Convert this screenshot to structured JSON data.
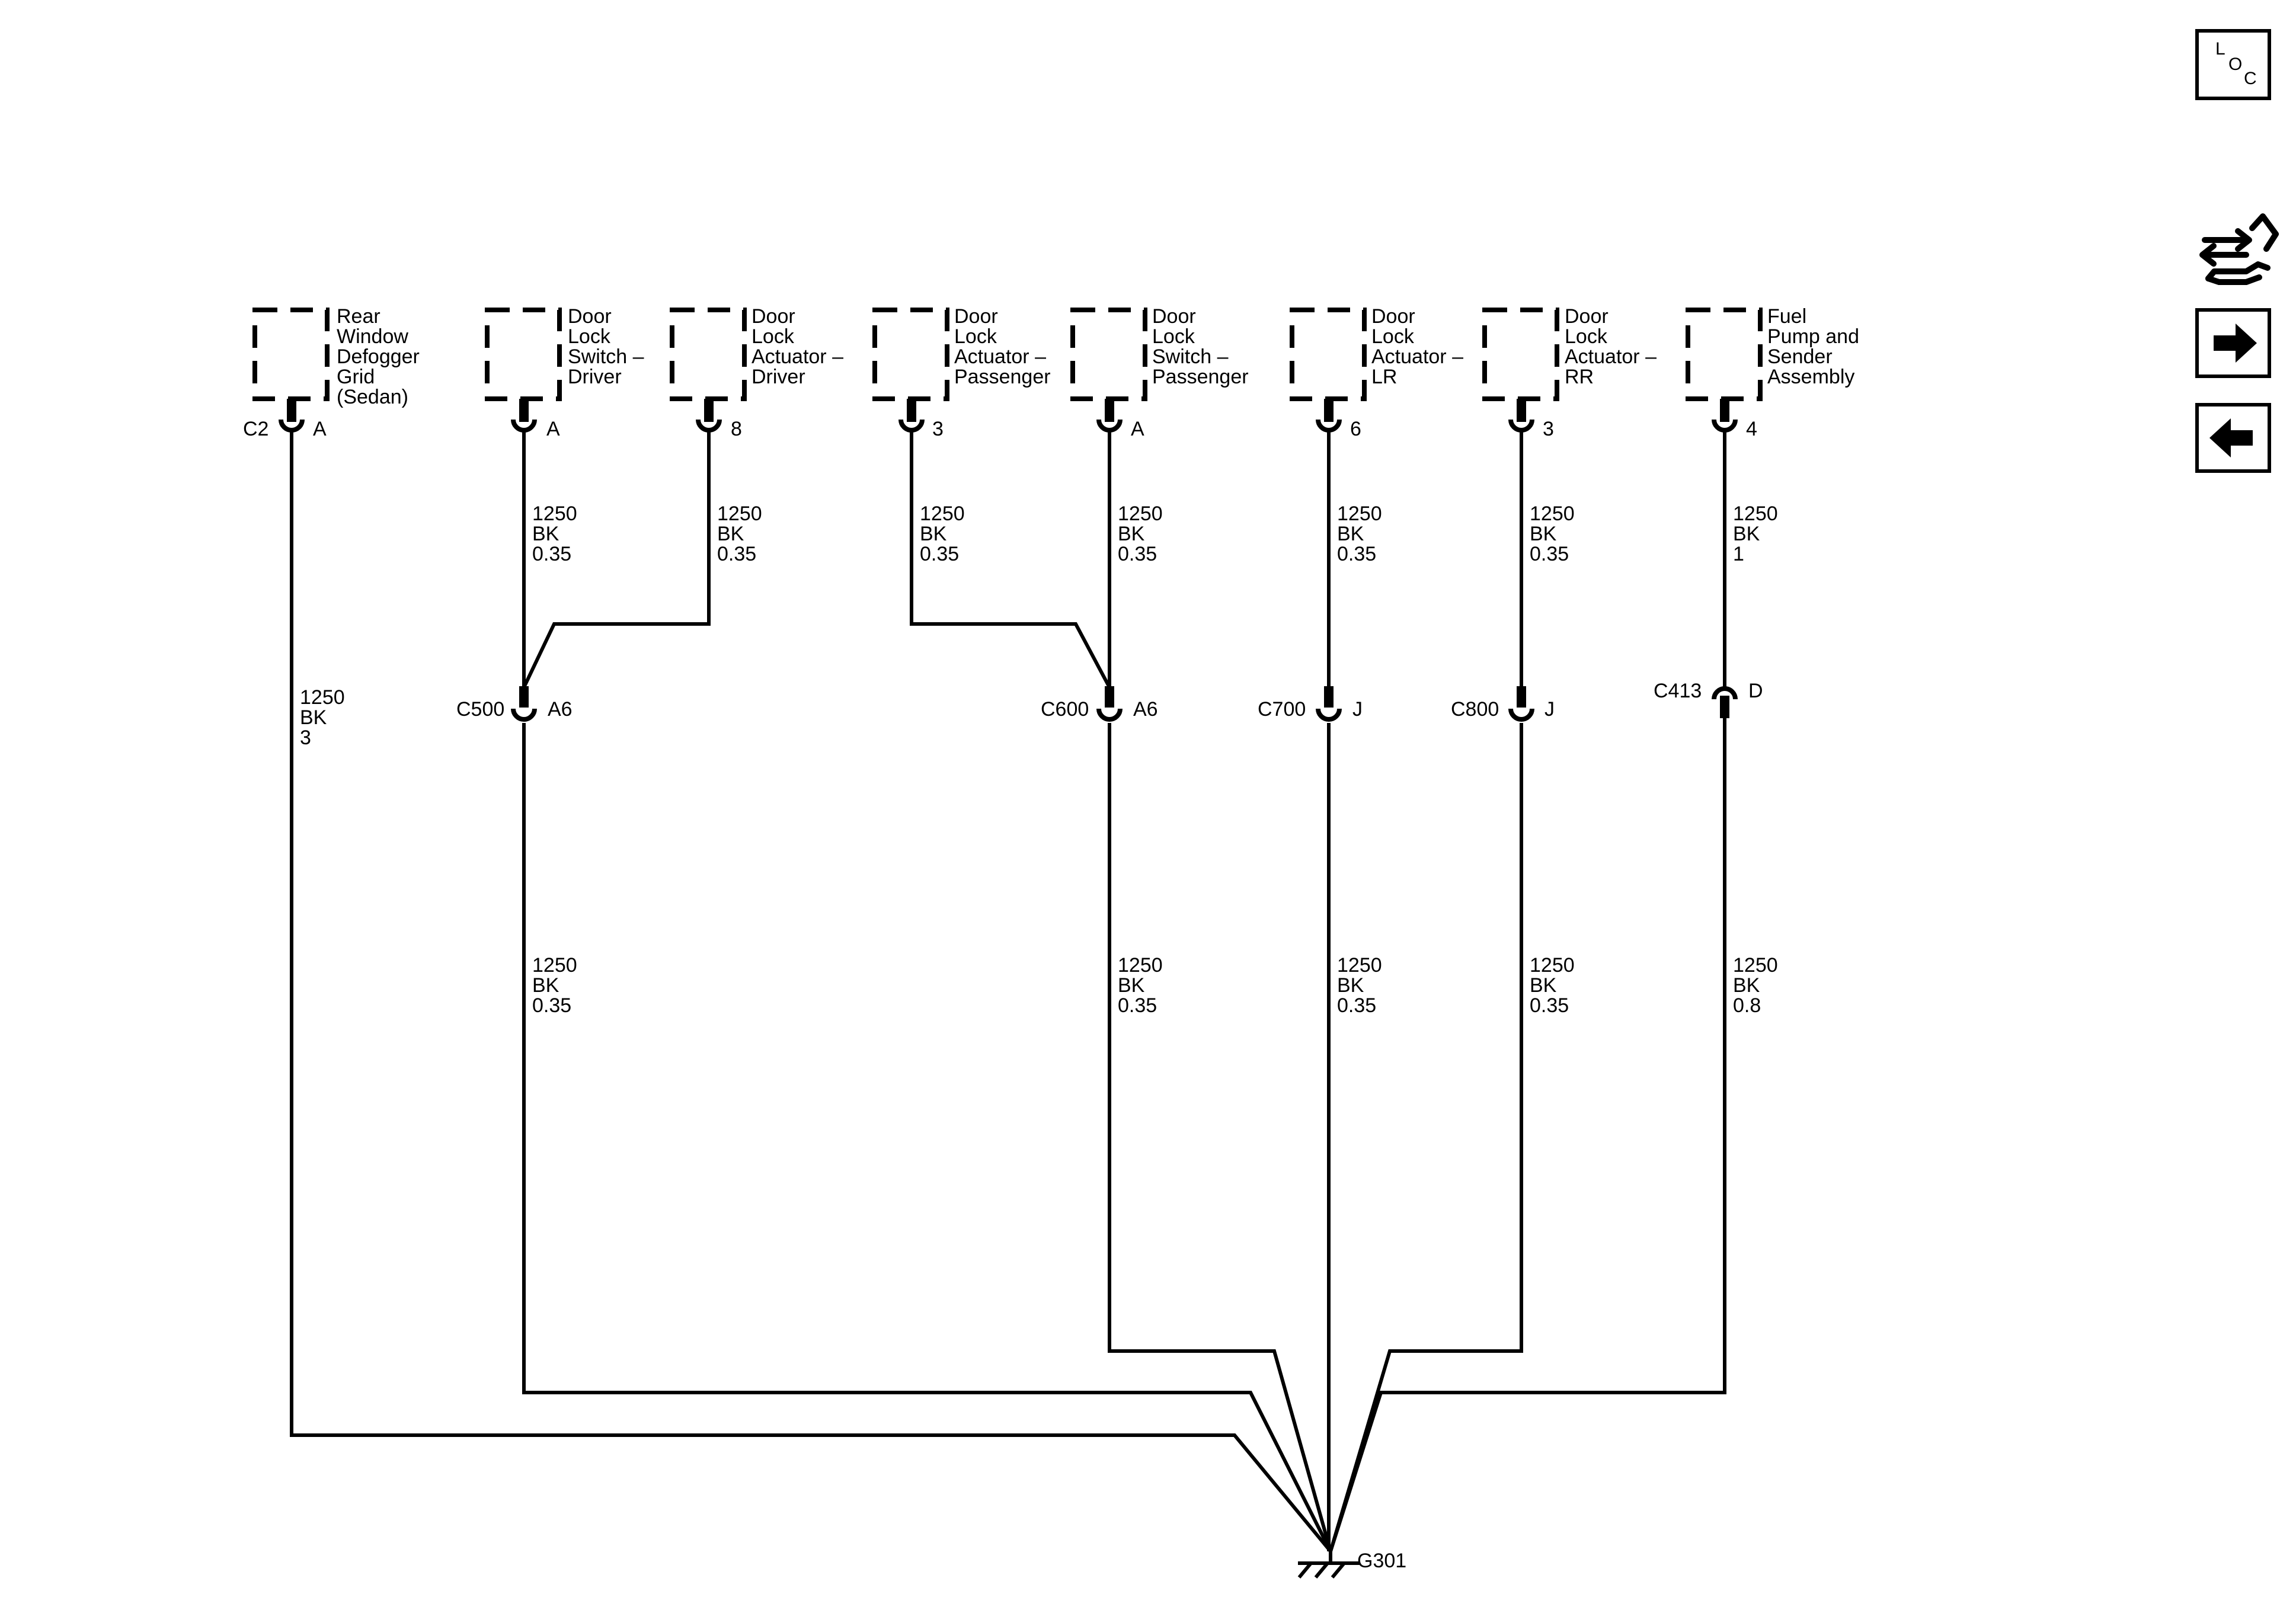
{
  "nav": {
    "loc_letters": [
      "L",
      "O",
      "C"
    ],
    "icons": [
      "loc-icon",
      "component-view-icon",
      "next-arrow-icon",
      "previous-arrow-icon"
    ]
  },
  "components": [
    {
      "id": "rear-window-defogger",
      "label": [
        "Rear",
        "Window",
        "Defogger",
        "Grid",
        "(Sedan)"
      ],
      "connector": "C2",
      "pin": "A"
    },
    {
      "id": "door-lock-switch-driver",
      "label": [
        "Door",
        "Lock",
        "Switch –",
        "Driver"
      ],
      "pin": "A"
    },
    {
      "id": "door-lock-actuator-driver",
      "label": [
        "Door",
        "Lock",
        "Actuator –",
        "Driver"
      ],
      "pin": "8"
    },
    {
      "id": "door-lock-actuator-passenger",
      "label": [
        "Door",
        "Lock",
        "Actuator –",
        "Passenger"
      ],
      "pin": "3"
    },
    {
      "id": "door-lock-switch-passenger",
      "label": [
        "Door",
        "Lock",
        "Switch –",
        "Passenger"
      ],
      "pin": "A"
    },
    {
      "id": "door-lock-actuator-lr",
      "label": [
        "Door",
        "Lock",
        "Actuator –",
        "LR"
      ],
      "pin": "6"
    },
    {
      "id": "door-lock-actuator-rr",
      "label": [
        "Door",
        "Lock",
        "Actuator –",
        "RR"
      ],
      "pin": "3"
    },
    {
      "id": "fuel-pump-sender",
      "label": [
        "Fuel",
        "Pump and",
        "Sender",
        "Assembly"
      ],
      "pin": "4"
    }
  ],
  "upper_wires": [
    [
      "1250",
      "BK",
      "0.35"
    ],
    [
      "1250",
      "BK",
      "0.35"
    ],
    [
      "1250",
      "BK",
      "0.35"
    ],
    [
      "1250",
      "BK",
      "0.35"
    ],
    [
      "1250",
      "BK",
      "0.35"
    ],
    [
      "1250",
      "BK",
      "0.35"
    ],
    [
      "1250",
      "BK",
      "1"
    ]
  ],
  "defogger_wire": [
    "1250",
    "BK",
    "3"
  ],
  "inline_connectors": [
    {
      "name": "C500",
      "pin": "A6"
    },
    {
      "name": "C600",
      "pin": "A6"
    },
    {
      "name": "C700",
      "pin": "J"
    },
    {
      "name": "C800",
      "pin": "J"
    },
    {
      "name": "C413",
      "pin": "D"
    }
  ],
  "lower_wires": [
    [
      "1250",
      "BK",
      "0.35"
    ],
    [
      "1250",
      "BK",
      "0.35"
    ],
    [
      "1250",
      "BK",
      "0.35"
    ],
    [
      "1250",
      "BK",
      "0.35"
    ],
    [
      "1250",
      "BK",
      "0.8"
    ]
  ],
  "ground": {
    "name": "G301"
  }
}
